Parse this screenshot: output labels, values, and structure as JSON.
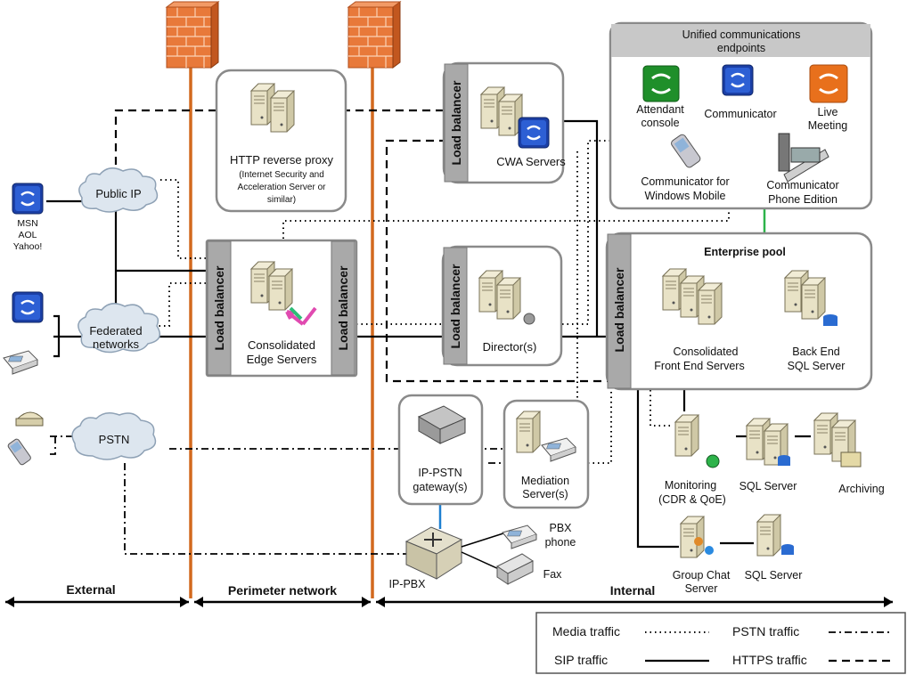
{
  "zones": {
    "external": "External",
    "perimeter": "Perimeter network",
    "internal": "Internal"
  },
  "clouds": {
    "public_ip": "Public IP",
    "federated_line1": "Federated",
    "federated_line2": "networks",
    "pstn": "PSTN"
  },
  "external_clients": {
    "im_line1": "MSN",
    "im_line2": "AOL",
    "im_line3": "Yahoo!"
  },
  "load_balancer": "Load balancer",
  "http_proxy": {
    "title": "HTTP reverse proxy",
    "line1": "(Internet Security and",
    "line2": "Acceleration Server or",
    "line3": "similar)"
  },
  "edge": {
    "line1": "Consolidated",
    "line2": "Edge Servers"
  },
  "cwa": {
    "label": "CWA Servers"
  },
  "director": {
    "label": "Director(s)"
  },
  "uc_endpoints": {
    "title_line1": "Unified communications",
    "title_line2": "endpoints",
    "attendant_line1": "Attendant",
    "attendant_line2": "console",
    "communicator": "Communicator",
    "live_line1": "Live",
    "live_line2": "Meeting",
    "mobile_line1": "Communicator for",
    "mobile_line2": "Windows Mobile",
    "phone_line1": "Communicator",
    "phone_line2": "Phone Edition"
  },
  "enterprise_pool": {
    "title": "Enterprise pool",
    "fe_line1": "Consolidated",
    "fe_line2": "Front End Servers",
    "be_line1": "Back End",
    "be_line2": "SQL Server"
  },
  "ip_pstn": {
    "line1": "IP-PSTN",
    "line2": "gateway(s)"
  },
  "mediation": {
    "line1": "Mediation",
    "line2": "Server(s)"
  },
  "monitoring": {
    "line1": "Monitoring",
    "line2": "(CDR &  QoE)"
  },
  "sql_server": "SQL Server",
  "archiving": "Archiving",
  "group_chat": {
    "line1": "Group Chat",
    "line2": "Server"
  },
  "pbx": {
    "ip_pbx": "IP-PBX",
    "phone_line1": "PBX",
    "phone_line2": "phone",
    "fax": "Fax"
  },
  "legend": {
    "media": "Media traffic",
    "sip": "SIP traffic",
    "pstn": "PSTN traffic",
    "https": "HTTPS traffic"
  },
  "colors": {
    "firewall_line": "#d2691e",
    "firewall_brick": "#e8793a",
    "box_border": "#8a8a8a",
    "lb_bar": "#a9a9a9",
    "cloud_fill": "#dde6ef",
    "green_link": "#2db34a",
    "blue_link": "#1e7fd0"
  },
  "icons": [
    "communicator-icon",
    "attendant-console-icon",
    "live-meeting-icon",
    "server-icon",
    "firewall-icon",
    "cloud-icon",
    "phone-icon",
    "fax-icon",
    "router-icon"
  ]
}
